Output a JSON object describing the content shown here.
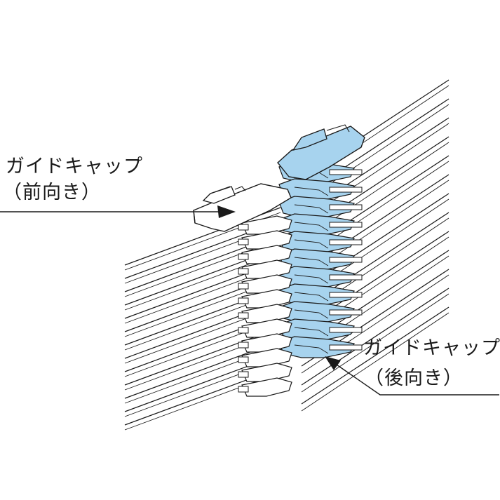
{
  "labels": {
    "front_cap_name": "ガイドキャップ",
    "front_cap_direction": "（前向き）",
    "rear_cap_name": "ガイドキャップ",
    "rear_cap_direction": "（後向き）"
  },
  "colors": {
    "rear_cap_fill": "#a7d3ee",
    "line": "#1a1a1a",
    "front_cap_fill": "#ffffff"
  }
}
